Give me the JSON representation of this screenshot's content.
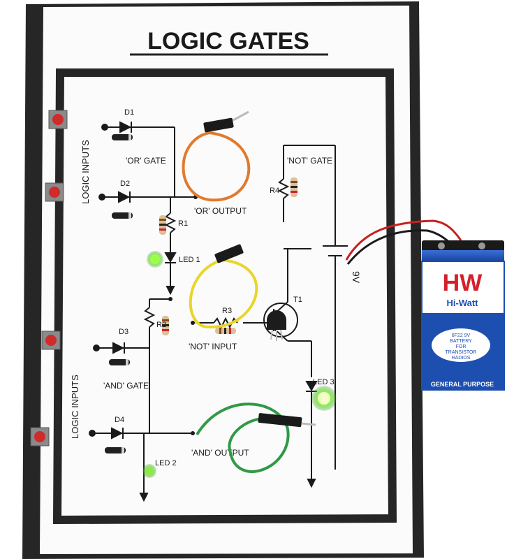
{
  "board": {
    "title": "LOGIC GATES",
    "logic_inputs_top": "LOGIC INPUTS",
    "logic_inputs_bottom": "LOGIC INPUTS",
    "or_gate": "'OR' GATE",
    "or_output": "'OR' OUTPUT",
    "and_gate": "'AND' GATE",
    "and_output": "'AND' OUTPUT",
    "not_gate": "'NOT' GATE",
    "not_input": "'NOT' INPUT",
    "d1": "D1",
    "d2": "D2",
    "d3": "D3",
    "d4": "D4",
    "r1": "R1",
    "r2": "R2",
    "r3": "R3",
    "r4": "R4",
    "t1": "T1",
    "led1": "LED 1",
    "led2": "LED 2",
    "led3": "LED 3",
    "supply": "9V"
  },
  "battery": {
    "logo": "HW",
    "brand": "Hi-Watt",
    "type_line1": "6F22 9V",
    "type_line2": "BATTERY",
    "type_line3": "FOR",
    "type_line4": "TRANSISTOR",
    "type_line5": "RADIOS",
    "footer": "GENERAL PURPOSE"
  },
  "colors": {
    "frame": "#2b2b2b",
    "wire_orange": "#e07a2e",
    "wire_yellow": "#e8d62a",
    "wire_green": "#2f9a46",
    "led_green": "#7CFF3a",
    "battery_blue": "#1d4fb0",
    "battery_red": "#d61f2b"
  }
}
